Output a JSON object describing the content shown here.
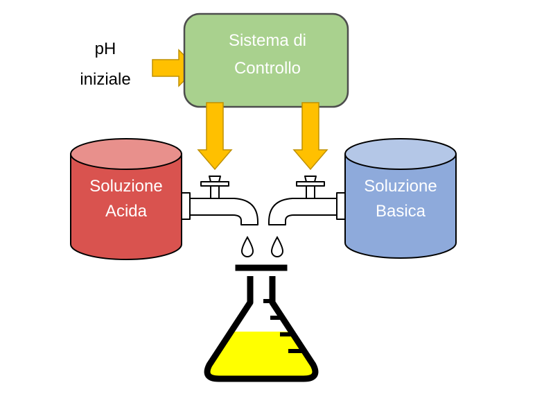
{
  "input_label": {
    "line1": "pH",
    "line2": "iniziale"
  },
  "control_system": {
    "line1": "Sistema di",
    "line2": "Controllo"
  },
  "acid_tank": {
    "line1": "Soluzione",
    "line2": "Acida"
  },
  "base_tank": {
    "line1": "Soluzione",
    "line2": "Basica"
  },
  "colors": {
    "control_fill": "#a9d18e",
    "control_stroke": "#4d4d4d",
    "arrow_fill": "#ffc000",
    "arrow_stroke": "#bf9000",
    "acid_body": "#d9534f",
    "acid_top": "#e8908c",
    "base_body": "#8eaadb",
    "base_top": "#b4c7e7",
    "flask_liquid": "#ffff00",
    "outline": "#000000"
  },
  "icons": [
    "arrow-right-icon",
    "arrow-down-icon",
    "faucet-icon",
    "drop-icon",
    "flask-icon"
  ]
}
